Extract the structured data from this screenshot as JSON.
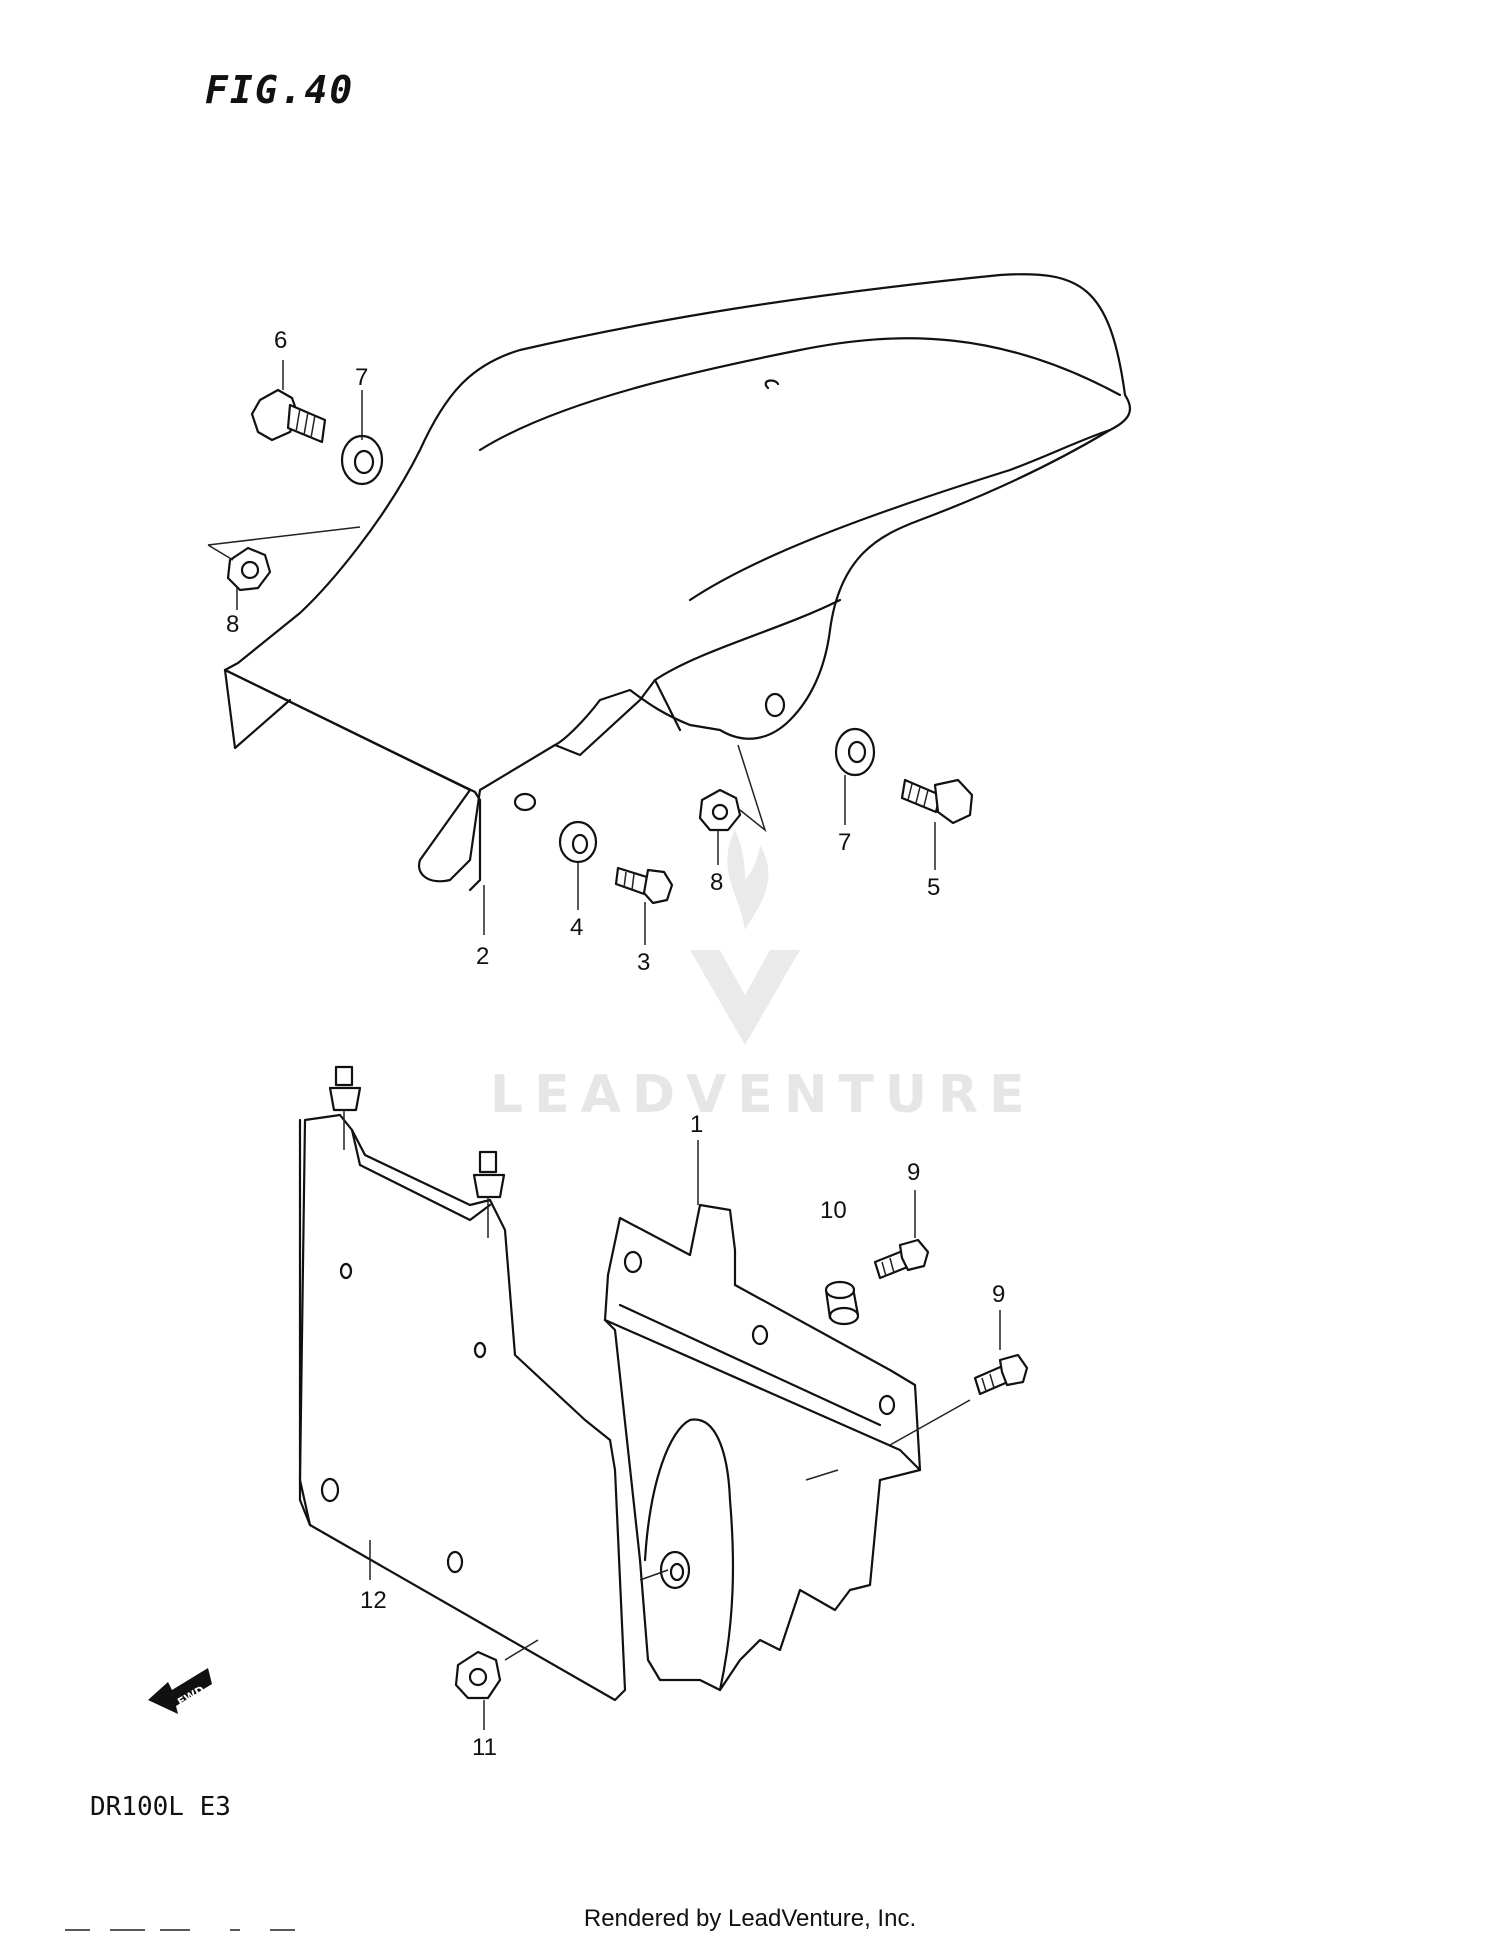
{
  "figure": {
    "title": "FIG.40",
    "model": "DR100L E3"
  },
  "watermark": {
    "brand": "LEADVENTURE"
  },
  "footer": {
    "credit": "Rendered by LeadVenture, Inc."
  },
  "direction_marker": {
    "label": "FWD"
  },
  "callouts": [
    {
      "id": "c6a",
      "label": "6"
    },
    {
      "id": "c7a",
      "label": "7"
    },
    {
      "id": "c8a",
      "label": "8"
    },
    {
      "id": "c2",
      "label": "2"
    },
    {
      "id": "c4",
      "label": "4"
    },
    {
      "id": "c3",
      "label": "3"
    },
    {
      "id": "c8b",
      "label": "8"
    },
    {
      "id": "c7b",
      "label": "7"
    },
    {
      "id": "c5",
      "label": "5"
    },
    {
      "id": "c1",
      "label": "1"
    },
    {
      "id": "c10",
      "label": "10"
    },
    {
      "id": "c9a",
      "label": "9"
    },
    {
      "id": "c9b",
      "label": "9"
    },
    {
      "id": "c12",
      "label": "12"
    },
    {
      "id": "c11",
      "label": "11"
    }
  ],
  "colors": {
    "line": "#111111",
    "watermark": "#e6e6e6",
    "background": "#ffffff"
  }
}
